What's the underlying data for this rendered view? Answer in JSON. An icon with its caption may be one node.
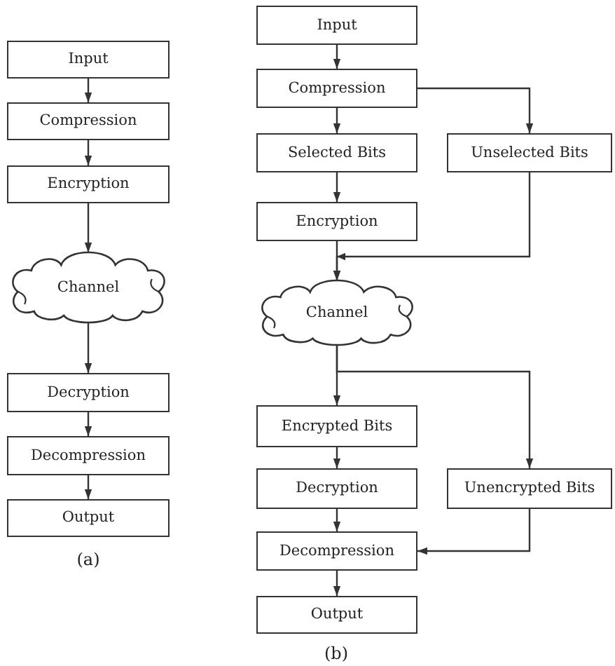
{
  "diagram": {
    "nodes": [
      {
        "text": [
          "Input"
        ]
      },
      {
        "text": [
          "Compression"
        ]
      },
      {
        "text": [
          "Encryption"
        ]
      },
      {
        "text": [
          "Channel"
        ]
      },
      {
        "text": [
          "Decryption"
        ]
      },
      {
        "text": [
          "Decompression"
        ]
      },
      {
        "text": [
          "Output"
        ]
      },
      {
        "text": [
          "Input"
        ]
      },
      {
        "text": [
          "Compression"
        ]
      },
      {
        "text": [
          "Selected Bits"
        ]
      },
      {
        "text": [
          "Unselected Bits"
        ]
      },
      {
        "text": [
          "Encryption"
        ]
      },
      {
        "text": [
          "Channel"
        ]
      },
      {
        "text": [
          "Encrypted Bits"
        ]
      },
      {
        "text": [
          "Decryption"
        ]
      },
      {
        "text": [
          "Unencrypted Bits"
        ]
      },
      {
        "text": [
          "Decompression"
        ]
      },
      {
        "text": [
          "Output"
        ]
      }
    ],
    "edges": [
      {
        "from": 0,
        "to": 1,
        "arrow": "to"
      },
      {
        "from": 1,
        "to": 2,
        "arrow": "to"
      },
      {
        "from": 2,
        "to": 3,
        "arrow": "to"
      },
      {
        "from": 3,
        "to": 4,
        "arrow": "to"
      },
      {
        "from": 4,
        "to": 5,
        "arrow": "to"
      },
      {
        "from": 5,
        "to": 6,
        "arrow": "to"
      },
      {
        "from": 7,
        "to": 8,
        "arrow": "to"
      },
      {
        "from": 8,
        "to": 9,
        "arrow": "to"
      },
      {
        "from": 8,
        "to": 10,
        "arrow": "to"
      },
      {
        "from": 9,
        "to": 11,
        "arrow": "to"
      },
      {
        "from": 11,
        "to": 12,
        "arrow": "to"
      },
      {
        "from": 10,
        "to": 12,
        "arrow": "to"
      },
      {
        "from": 12,
        "to": 13,
        "arrow": "to"
      },
      {
        "from": 12,
        "to": 15,
        "arrow": "to"
      },
      {
        "from": 13,
        "to": 14,
        "arrow": "to"
      },
      {
        "from": 14,
        "to": 16,
        "arrow": "to"
      },
      {
        "from": 15,
        "to": 16,
        "arrow": "to"
      },
      {
        "from": 16,
        "to": 17,
        "arrow": "to"
      }
    ],
    "labels": [
      "(a)",
      "(b)"
    ]
  }
}
